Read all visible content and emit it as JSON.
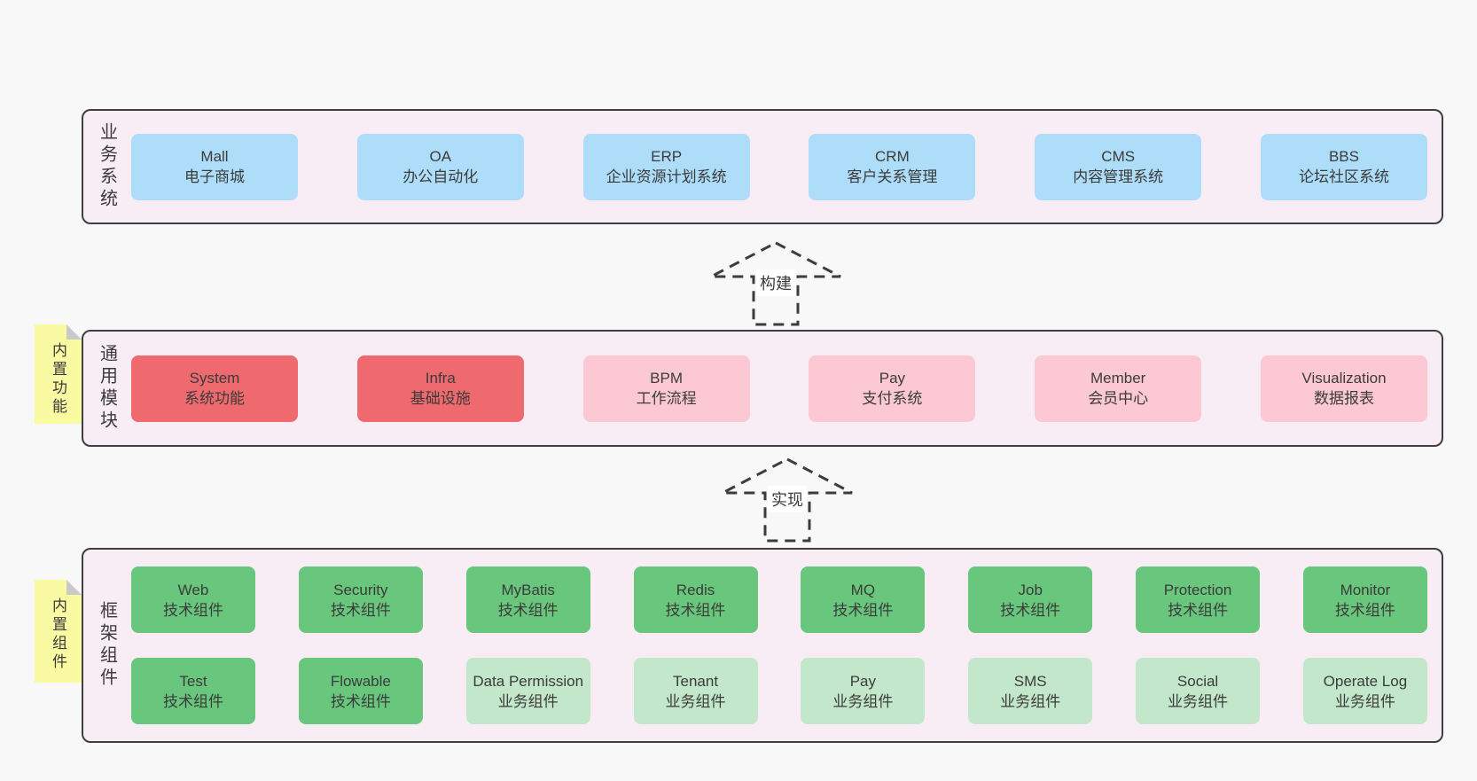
{
  "colors": {
    "page_bg": "#f8f8f8",
    "panel_bg": "#f8ecf5",
    "panel_border": "#3f3f3f",
    "box_blue": "#aeddfa",
    "box_red": "#ee6a6e",
    "box_pink": "#fcc8d3",
    "box_green": "#68c77c",
    "box_green_light": "#c3e7ca",
    "sticky_yellow": "#fafaa2",
    "sticky_fold": "#c9c9c9",
    "text": "#3b3b3b",
    "arrow_stroke": "#3c3c3c"
  },
  "sections": [
    {
      "label": "业务系统",
      "rows": [
        [
          {
            "name": "Mall",
            "desc": "电子商城"
          },
          {
            "name": "OA",
            "desc": "办公自动化"
          },
          {
            "name": "ERP",
            "desc": "企业资源计划系统"
          },
          {
            "name": "CRM",
            "desc": "客户关系管理"
          },
          {
            "name": "CMS",
            "desc": "内容管理系统"
          },
          {
            "name": "BBS",
            "desc": "论坛社区系统"
          }
        ]
      ]
    },
    {
      "label": "通用模块",
      "sticky": "内置功能",
      "rows": [
        [
          {
            "name": "System",
            "desc": "系统功能"
          },
          {
            "name": "Infra",
            "desc": "基础设施"
          },
          {
            "name": "BPM",
            "desc": "工作流程"
          },
          {
            "name": "Pay",
            "desc": "支付系统"
          },
          {
            "name": "Member",
            "desc": "会员中心"
          },
          {
            "name": "Visualization",
            "desc": "数据报表"
          }
        ]
      ]
    },
    {
      "label": "框架组件",
      "sticky": "内置组件",
      "rows": [
        [
          {
            "name": "Web",
            "desc": "技术组件"
          },
          {
            "name": "Security",
            "desc": "技术组件"
          },
          {
            "name": "MyBatis",
            "desc": "技术组件"
          },
          {
            "name": "Redis",
            "desc": "技术组件"
          },
          {
            "name": "MQ",
            "desc": "技术组件"
          },
          {
            "name": "Job",
            "desc": "技术组件"
          },
          {
            "name": "Protection",
            "desc": "技术组件"
          },
          {
            "name": "Monitor",
            "desc": "技术组件"
          }
        ],
        [
          {
            "name": "Test",
            "desc": "技术组件"
          },
          {
            "name": "Flowable",
            "desc": "技术组件"
          },
          {
            "name": "Data Permission",
            "desc": "业务组件"
          },
          {
            "name": "Tenant",
            "desc": "业务组件"
          },
          {
            "name": "Pay",
            "desc": "业务组件"
          },
          {
            "name": "SMS",
            "desc": "业务组件"
          },
          {
            "name": "Social",
            "desc": "业务组件"
          },
          {
            "name": "Operate Log",
            "desc": "业务组件"
          }
        ]
      ]
    }
  ],
  "arrows": [
    {
      "label": "构建"
    },
    {
      "label": "实现"
    }
  ]
}
